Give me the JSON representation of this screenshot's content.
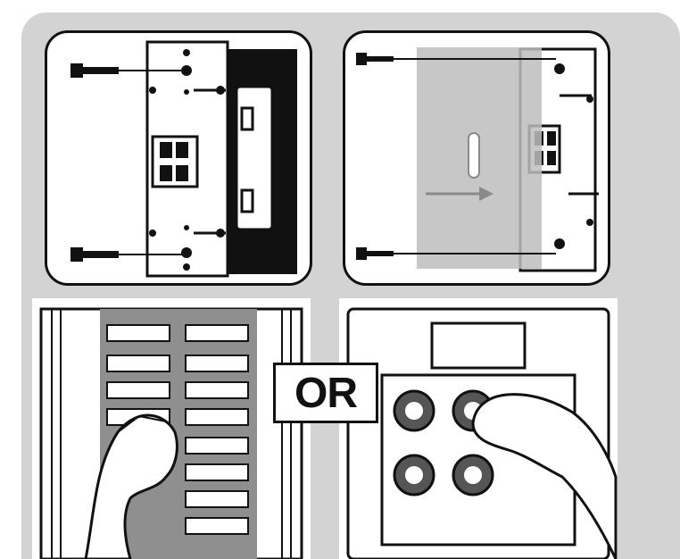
{
  "figure": {
    "steps": [
      {
        "id": "mount-plate"
      },
      {
        "id": "attach-cover"
      },
      {
        "id": "restore-power"
      }
    ],
    "options": {
      "or_label": "OR",
      "choices": [
        "circuit-breaker-panel",
        "fuse-box"
      ]
    }
  },
  "colors": {
    "backdrop": "#d3d3d4",
    "line": "#111111",
    "cover_plate": "#bdbdbd",
    "panel_bg": "#ffffff"
  }
}
